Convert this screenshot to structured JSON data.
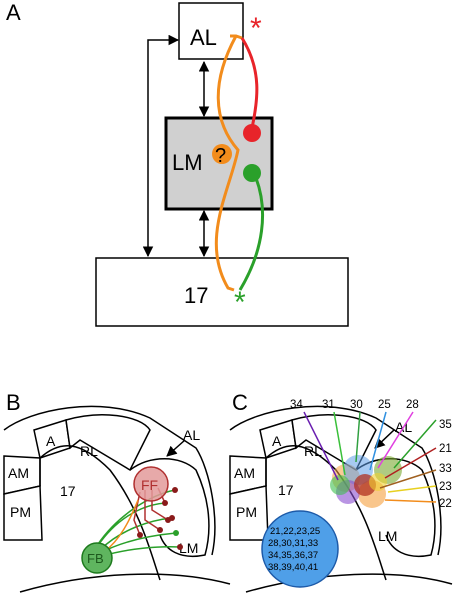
{
  "panels": {
    "a": {
      "letter": "A",
      "boxes": {
        "al": "AL",
        "lm": "LM",
        "v17": "17"
      },
      "question": "?",
      "asterisk": "*"
    },
    "b": {
      "letter": "B",
      "areas": {
        "a": "A",
        "rl": "RL",
        "am": "AM",
        "pm": "PM",
        "v17": "17",
        "lm": "LM",
        "al": "AL"
      },
      "ff": "FF",
      "fb": "FB"
    },
    "c": {
      "letter": "C",
      "areas": {
        "a": "A",
        "rl": "RL",
        "am": "AM",
        "pm": "PM",
        "v17": "17",
        "lm": "LM",
        "al": "AL"
      },
      "top_numbers": [
        "34",
        "31",
        "30",
        "25",
        "28"
      ],
      "right_numbers": [
        "35",
        "21",
        "33",
        "23",
        "22"
      ],
      "blue_lines": [
        "21,22,23,25",
        "28,30,31,33",
        "34,35,36,37",
        "38,39,40,41"
      ]
    }
  },
  "colors": {
    "orange": "#f28c1c",
    "red": "#e8242a",
    "green": "#2aa02a",
    "gray_box": "#d0d0d0",
    "ff_fill": "#e39a9a",
    "fb_fill": "#5fb55f",
    "blue_fill": "#4f9fe8"
  }
}
